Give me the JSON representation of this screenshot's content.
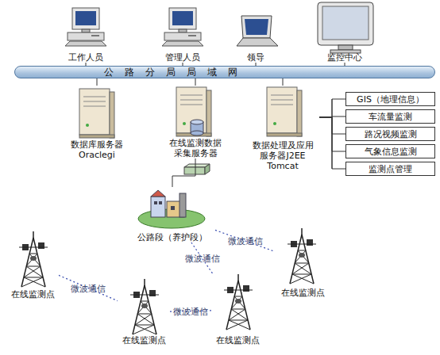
{
  "diagram": {
    "nodes": [
      {
        "text": [
          "工作人员"
        ]
      },
      {
        "text": [
          "管理人员"
        ]
      },
      {
        "text": [
          "领导"
        ]
      },
      {
        "text": [
          "监控中心"
        ]
      },
      {
        "text": [
          "公路分局局域网"
        ]
      },
      {
        "text": [
          "数据库服务器 Oraclegi"
        ]
      },
      {
        "text": [
          "在线监测数据 采集服务器"
        ]
      },
      {
        "text": [
          "数据处理及应用 服务器J2EE Tomcat"
        ]
      },
      {
        "text": [
          "GIS（地理信息）"
        ]
      },
      {
        "text": [
          "车流量监测"
        ]
      },
      {
        "text": [
          "路况视频监测"
        ]
      },
      {
        "text": [
          "气象信息监测"
        ]
      },
      {
        "text": [
          "监测点管理"
        ]
      },
      {
        "text": [
          "公路段（养护段）"
        ]
      },
      {
        "text": [
          "在线监测点"
        ]
      },
      {
        "text": [
          "在线监测点"
        ]
      },
      {
        "text": [
          "在线监测点"
        ]
      },
      {
        "text": [
          "在线监测点"
        ]
      }
    ],
    "edges": [
      {
        "from": 0,
        "to": 4,
        "arrow": "none"
      },
      {
        "from": 1,
        "to": 4,
        "arrow": "none"
      },
      {
        "from": 2,
        "to": 4,
        "arrow": "none"
      },
      {
        "from": 3,
        "to": 4,
        "arrow": "none"
      },
      {
        "from": 5,
        "to": 4,
        "arrow": "none"
      },
      {
        "from": 6,
        "to": 4,
        "arrow": "none"
      },
      {
        "from": 7,
        "to": 4,
        "arrow": "none"
      },
      {
        "from": 7,
        "to": 8,
        "arrow": "none"
      },
      {
        "from": 7,
        "to": 9,
        "arrow": "none"
      },
      {
        "from": 7,
        "to": 10,
        "arrow": "none"
      },
      {
        "from": 7,
        "to": 11,
        "arrow": "none"
      },
      {
        "from": 7,
        "to": 12,
        "arrow": "none"
      },
      {
        "from": 6,
        "to": 13,
        "arrow": "none"
      },
      {
        "from": 13,
        "to": 15,
        "label": "微波通信",
        "arrow": "none"
      },
      {
        "from": 13,
        "to": 17,
        "label": "微波通信",
        "arrow": "none"
      },
      {
        "from": 14,
        "to": 16,
        "label": "微波通信",
        "arrow": "none"
      },
      {
        "from": 16,
        "to": 17,
        "label": "微波通信",
        "arrow": "none"
      }
    ]
  }
}
